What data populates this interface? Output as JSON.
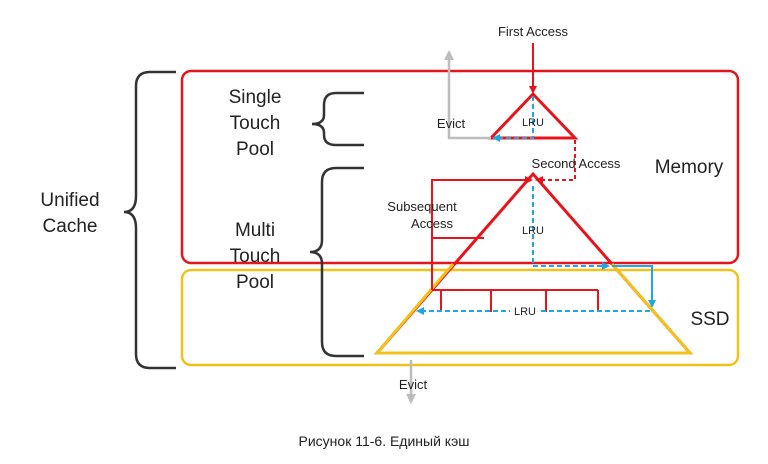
{
  "labels": {
    "first_access": "First Access",
    "single_touch_line1": "Single",
    "single_touch_line2": "Touch",
    "single_touch_line3": "Pool",
    "evict_top": "Evict",
    "lru_top": "LRU",
    "second_access": "Second Access",
    "memory": "Memory",
    "unified_line1": "Unified",
    "unified_line2": "Cache",
    "subsequent_line1": "Subsequent",
    "subsequent_line2": "Access",
    "multi_touch_line1": "Multi",
    "multi_touch_line2": "Touch",
    "multi_touch_line3": "Pool",
    "lru_middle": "LRU",
    "lru_bottom": "LRU",
    "ssd": "SSD",
    "evict_bottom": "Evict"
  },
  "caption": "Рисунок 11-6. Единый кэш",
  "colors": {
    "red": "#e8141c",
    "yellow": "#f2c21b",
    "blue": "#1ea7e1",
    "gray": "#bdbdbd",
    "bracket": "#333333"
  }
}
